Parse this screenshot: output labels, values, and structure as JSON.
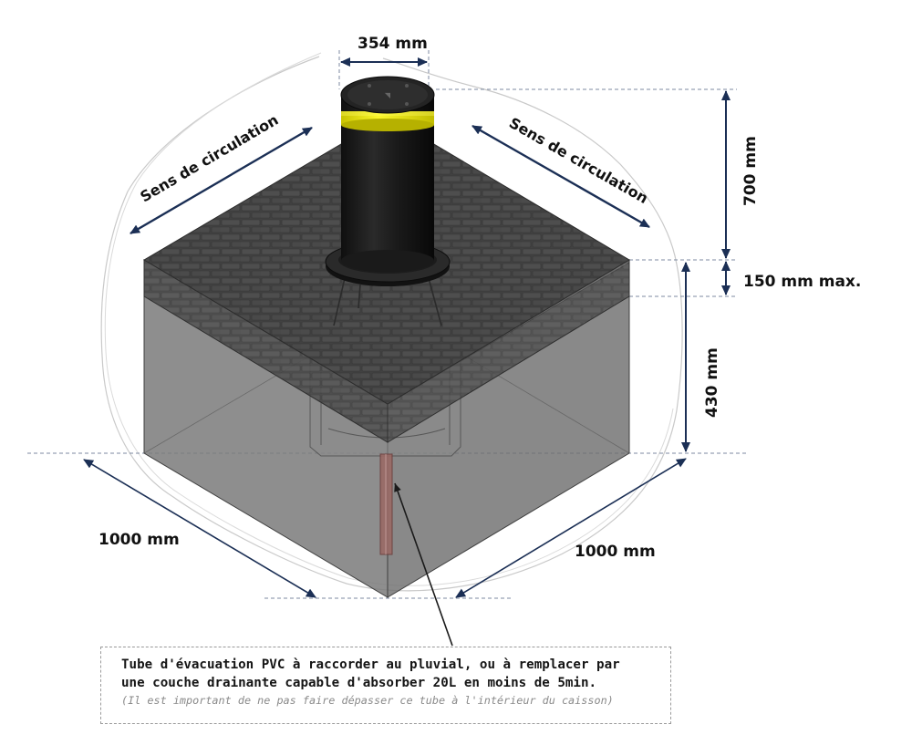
{
  "dimensions": {
    "diameter": "354 mm",
    "height_above": "700 mm",
    "paving_thickness": "150 mm max.",
    "depth": "430 mm",
    "width_left": "1000 mm",
    "width_right": "1000 mm"
  },
  "traffic": {
    "left_label": "Sens de circulation",
    "right_label": "Sens de circulation"
  },
  "note": {
    "line1": "Tube d'évacuation PVC à raccorder au pluvial, ou à remplacer par",
    "line2": "une couche drainante capable d'absorber 20L en moins de 5min.",
    "line3": "(Il est important de ne pas faire dépasser ce tube à l'intérieur du caisson)"
  },
  "colors": {
    "arrow": "#1b2f55",
    "bollard": "#1c1c1c",
    "reflective_band": "#f2ef1a",
    "concrete": "#6e6e6e",
    "paving": "#4a4a4a"
  }
}
